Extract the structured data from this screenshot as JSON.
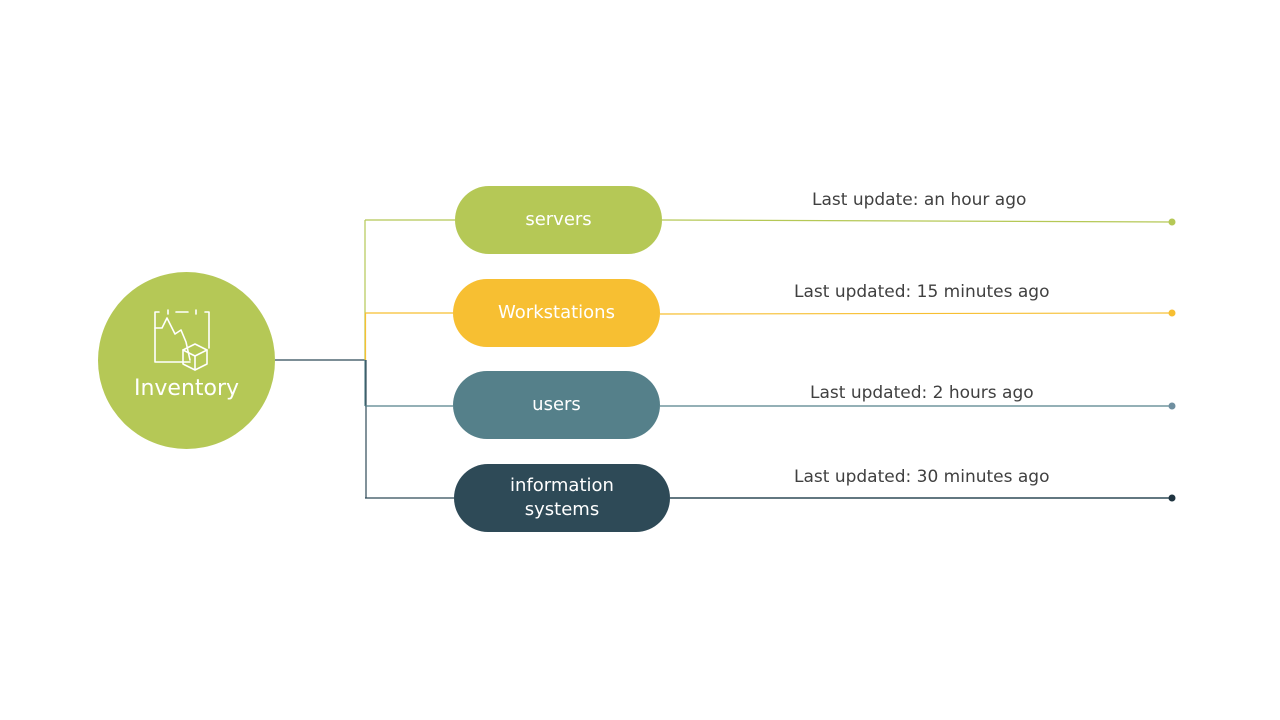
{
  "hub": {
    "label": "Inventory",
    "icon": "inventory-chart-box-icon",
    "color": "#b5c856"
  },
  "branches": [
    {
      "label": "servers",
      "status": "Last update: an hour ago",
      "color": "#b5c856"
    },
    {
      "label": "Workstations",
      "status": "Last updated: 15 minutes ago",
      "color": "#f7bf32"
    },
    {
      "label": "users",
      "status": "Last updated: 2 hours ago",
      "color": "#55808a"
    },
    {
      "label": "information systems",
      "status": "Last updated: 30 minutes ago",
      "color": "#2e4a57"
    }
  ]
}
